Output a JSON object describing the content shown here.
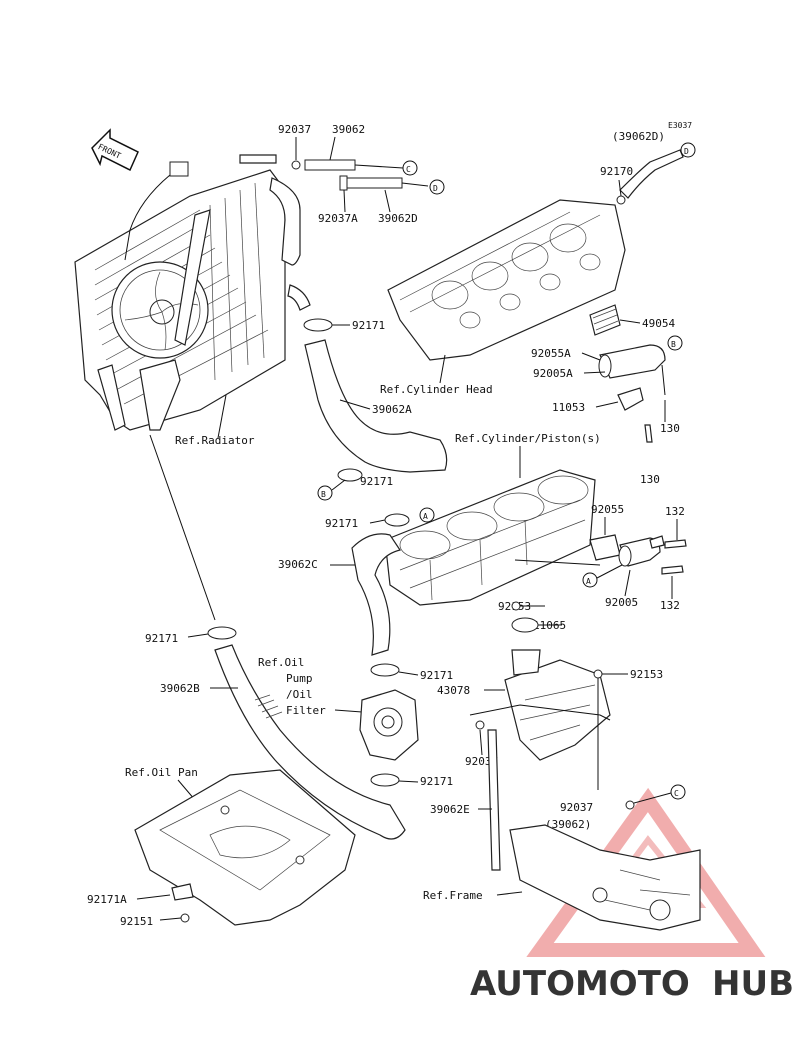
{
  "diagram_code": "E3037",
  "front_label": "FRONT",
  "callouts": {
    "c92037": "92037",
    "c39062": "39062",
    "c92037A": "92037A",
    "c39062D": "39062D",
    "c39062D_ref": "(39062D)",
    "c92170": "92170",
    "c92171_top": "92171",
    "c39062A": "39062A",
    "c92171_b": "92171",
    "c49054": "49054",
    "c92055A": "92055A",
    "c92005A": "92005A",
    "c11053": "11053",
    "c130_a": "130",
    "c130_b": "130",
    "c92171_a": "92171",
    "c39062C": "39062C",
    "c92055": "92055",
    "c132_a": "132",
    "c132_b": "132",
    "c92005": "92005",
    "c92153_a": "92153",
    "c11065": "11065",
    "c92171_mid": "92171",
    "c43078": "43078",
    "c92153_b": "92153",
    "c39062B": "39062B",
    "c92037_b": "92037",
    "c92171_low": "92171",
    "c39062E": "39062E",
    "c92037_c": "92037",
    "c39062_ref": "(39062)",
    "c92171A": "92171A",
    "c92151": "92151"
  },
  "references": {
    "radiator": "Ref.Radiator",
    "cylinder_head": "Ref.Cylinder Head",
    "cylinder_piston": "Ref.Cylinder/Piston(s)",
    "oil_pump_l1": "Ref.Oil",
    "oil_pump_l2": "Pump",
    "oil_pump_l3": "/Oil",
    "oil_pump_l4": "Filter",
    "oil_pan": "Ref.Oil Pan",
    "frame": "Ref.Frame"
  },
  "connectors": {
    "A": "A",
    "B": "B",
    "C": "C",
    "D": "D"
  },
  "watermark": {
    "part1": "AUTOMOTO",
    "part2": "HUB",
    "color1": "#f5b35a",
    "color2": "#9a9a9a",
    "triangle_color": "#e05050"
  }
}
